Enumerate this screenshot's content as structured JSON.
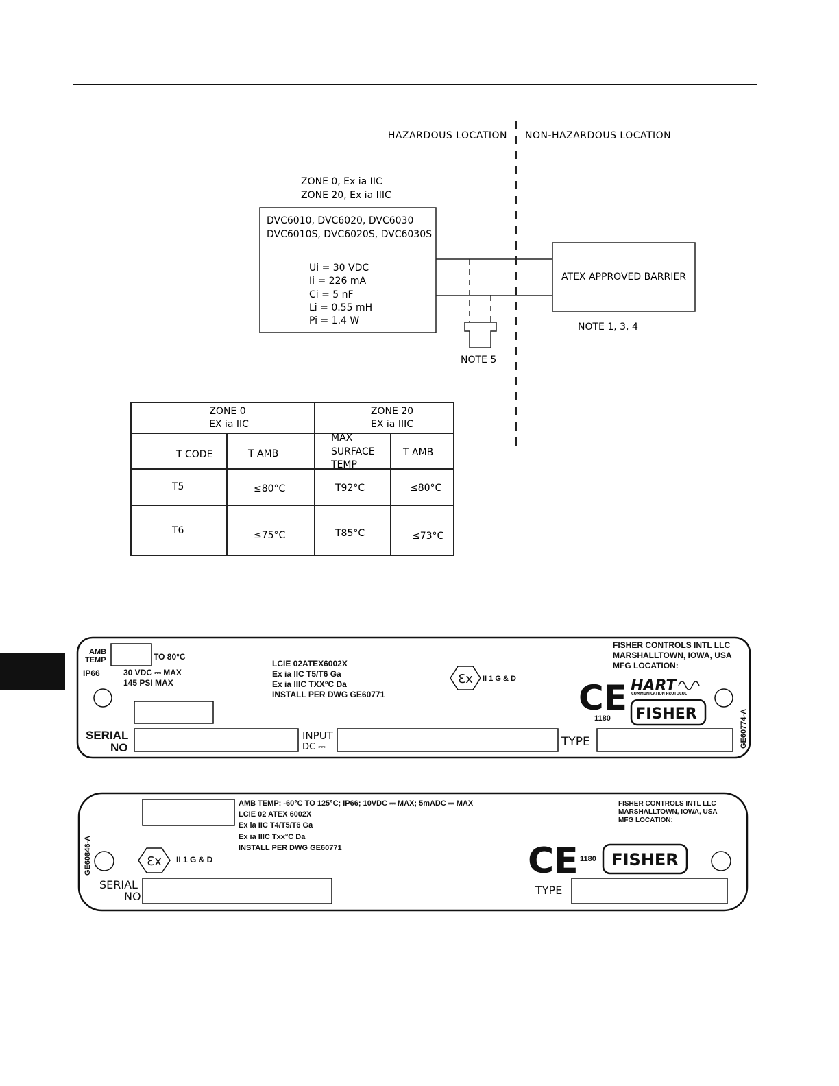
{
  "diagram": {
    "hazardous_label": "HAZARDOUS LOCATION",
    "non_hazardous_label": "NON-HAZARDOUS LOCATION",
    "zone_lines": [
      "ZONE 0, Ex ia IIC",
      "ZONE 20, Ex ia IIIC"
    ],
    "device_models": [
      "DVC6010, DVC6020, DVC6030",
      "DVC6010S, DVC6020S, DVC6030S"
    ],
    "entity_params": [
      "Ui = 30 VDC",
      "Ii = 226 mA",
      "Ci = 5 nF",
      "Li = 0.55 mH",
      "Pi = 1.4 W"
    ],
    "barrier_label": "ATEX APPROVED BARRIER",
    "barrier_note": "NOTE 1, 3, 4",
    "note5": "NOTE 5"
  },
  "temp_table": {
    "zone0_line1": "ZONE 0",
    "zone0_line2": "EX ia IIC",
    "zone20_line1": "ZONE 20",
    "zone20_line2": "EX ia IIIC",
    "col_tcode": "T CODE",
    "col_tamb": "T AMB",
    "col_max_surface": [
      "MAX",
      "SURFACE",
      "TEMP"
    ],
    "col_tamb2": "T AMB",
    "rows": [
      {
        "tcode": "T5",
        "tamb": "≤80°C",
        "max_surface": "T92°C",
        "tamb2": "≤80°C"
      },
      {
        "tcode": "T6",
        "tamb": "≤75°C",
        "max_surface": "T85°C",
        "tamb2": "≤73°C"
      }
    ]
  },
  "plate1": {
    "amb_temp": [
      "AMB",
      "TEMP"
    ],
    "to_80": "TO 80°C",
    "ip66": "IP66",
    "vdc_max": "30 VDC ⎓ MAX",
    "psi_max": "145 PSI MAX",
    "cert_lines": [
      "LCIE 02ATEX6002X",
      "Ex ia IIC T5/T6 Ga",
      "Ex ia IIIC TXX°C Da",
      "INSTALL PER DWG GE60771"
    ],
    "ex_marking": "II 1 G & D",
    "mfr_lines": [
      "FISHER CONTROLS INTL LLC",
      "MARSHALLTOWN, IOWA, USA",
      "MFG LOCATION:"
    ],
    "ce_number": "1180",
    "hart_text": "HART",
    "hart_sub": "COMMUNICATION PROTOCOL",
    "fisher_text": "FISHER",
    "serial": "SERIAL",
    "serial_no": "NO",
    "input": "INPUT",
    "input_dc": "DC ⎓",
    "type": "TYPE",
    "drawing_id": "GE60774-A"
  },
  "plate2": {
    "line1": "AMB TEMP: -60°C TO 125°C; IP66; 10VDC ⎓ MAX; 5mADC ⎓ MAX",
    "cert_lines": [
      "LCIE 02 ATEX 6002X",
      "Ex ia IIC T4/T5/T6 Ga",
      "Ex ia IIIC Txx°C Da",
      "INSTALL PER DWG GE60771"
    ],
    "ex_marking": "II 1 G & D",
    "mfr_lines": [
      "FISHER CONTROLS INTL LLC",
      "MARSHALLTOWN, IOWA, USA",
      "MFG LOCATION:"
    ],
    "ce_number": "1180",
    "fisher_text": "FISHER",
    "serial": "SERIAL",
    "serial_no": "NO",
    "type": "TYPE",
    "drawing_id": "GE60846-A"
  }
}
